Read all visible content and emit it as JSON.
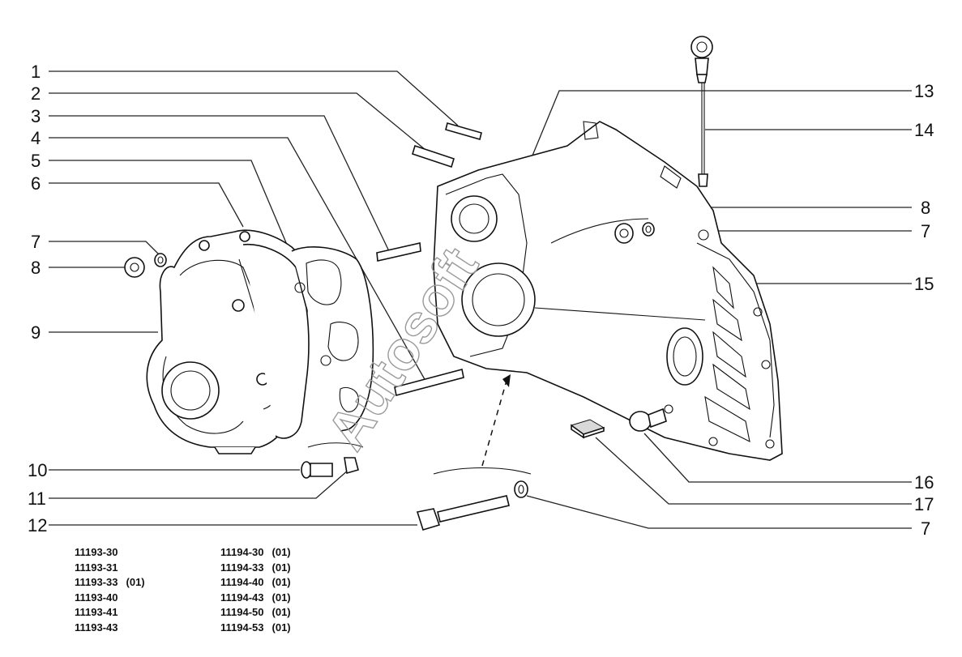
{
  "callouts_left": [
    {
      "num": "1"
    },
    {
      "num": "2"
    },
    {
      "num": "3"
    },
    {
      "num": "4"
    },
    {
      "num": "5"
    },
    {
      "num": "6"
    },
    {
      "num": "7"
    },
    {
      "num": "8"
    },
    {
      "num": "9"
    },
    {
      "num": "10"
    },
    {
      "num": "11"
    },
    {
      "num": "12"
    }
  ],
  "callouts_right": [
    {
      "num": "13"
    },
    {
      "num": "14"
    },
    {
      "num": "8"
    },
    {
      "num": "7"
    },
    {
      "num": "15"
    },
    {
      "num": "16"
    },
    {
      "num": "17"
    },
    {
      "num": "7"
    }
  ],
  "codes_col1": [
    {
      "code": "11193-30",
      "suffix": ""
    },
    {
      "code": "11193-31",
      "suffix": ""
    },
    {
      "code": "11193-33",
      "suffix": "(01)"
    },
    {
      "code": "11193-40",
      "suffix": ""
    },
    {
      "code": "11193-41",
      "suffix": ""
    },
    {
      "code": "11193-43",
      "suffix": ""
    }
  ],
  "codes_col2": [
    {
      "code": "11194-30",
      "suffix": "(01)"
    },
    {
      "code": "11194-33",
      "suffix": "(01)"
    },
    {
      "code": "11194-40",
      "suffix": "(01)"
    },
    {
      "code": "11194-43",
      "suffix": "(01)"
    },
    {
      "code": "11194-50",
      "suffix": "(01)"
    },
    {
      "code": "11194-53",
      "suffix": "(01)"
    }
  ],
  "watermark": "Autosoft"
}
